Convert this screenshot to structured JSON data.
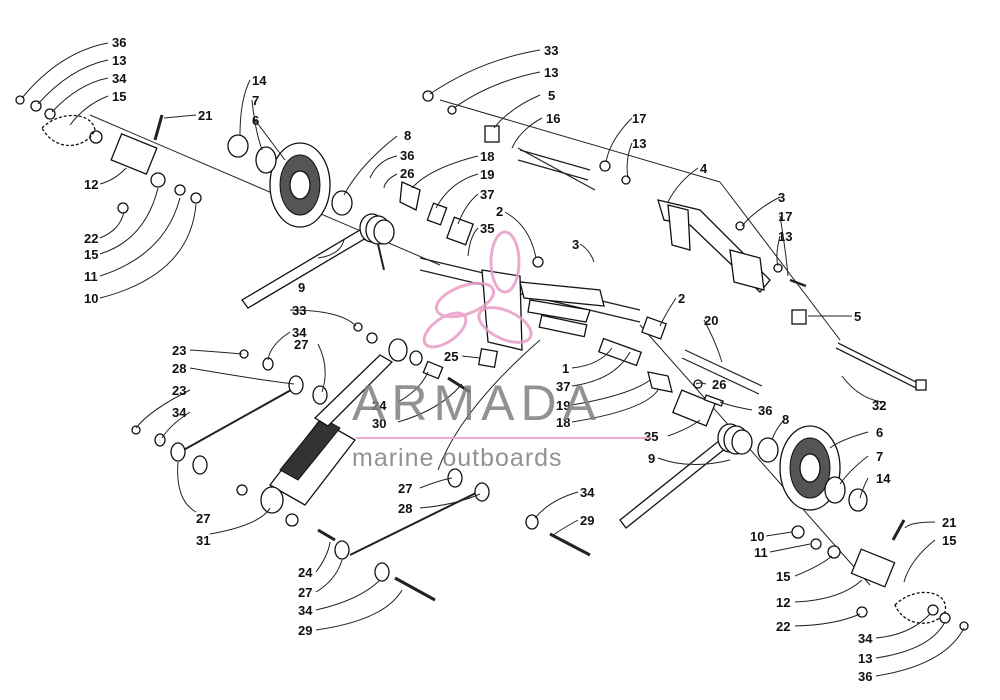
{
  "watermark": {
    "brand": "ARMADA",
    "tagline": "marine outboards",
    "brand_color": "#e89cc6"
  },
  "callouts": {
    "tl36": "36",
    "tl13": "13",
    "tl34": "34",
    "tl15a": "15",
    "tl21": "21",
    "tl14": "14",
    "tl7": "7",
    "tl6": "6",
    "tl12": "12",
    "tl22": "22",
    "tl15b": "15",
    "tl11": "11",
    "tl10": "10",
    "tc8": "8",
    "tc36": "36",
    "tc26": "26",
    "tc18": "18",
    "tc19": "19",
    "tc37": "37",
    "tc35": "35",
    "tc2": "2",
    "tc9": "9",
    "tc3": "3",
    "tr33": "33",
    "tr13a": "13",
    "tr5a": "5",
    "tr16": "16",
    "tr17a": "17",
    "tr13b": "13",
    "tr4": "4",
    "tr3": "3",
    "tr17b": "17",
    "tr13c": "13",
    "tr5b": "5",
    "ml33": "33",
    "ml34": "34",
    "ml27": "27",
    "ml23a": "23",
    "ml28": "28",
    "ml23b": "23",
    "ml34b": "34",
    "ml27b": "27",
    "ml31": "31",
    "mc25": "25",
    "mc24": "24",
    "mc30": "30",
    "mc1": "1",
    "mc37": "37",
    "mc19": "19",
    "mc18": "18",
    "mr2": "2",
    "mr20": "20",
    "mr32": "32",
    "mr26": "26",
    "mr36": "36",
    "mr8": "8",
    "mr35": "35",
    "mr9": "9",
    "br6": "6",
    "br7": "7",
    "br14": "14",
    "br10": "10",
    "br11": "11",
    "br15a": "15",
    "br21": "21",
    "br15b": "15",
    "br12": "12",
    "br22": "22",
    "br34": "34",
    "br13": "13",
    "br36": "36",
    "bc27": "27",
    "bc28": "28",
    "bc34": "34",
    "bc29": "29",
    "bl24": "24",
    "bl27": "27",
    "bl34": "34",
    "bl29": "29"
  }
}
